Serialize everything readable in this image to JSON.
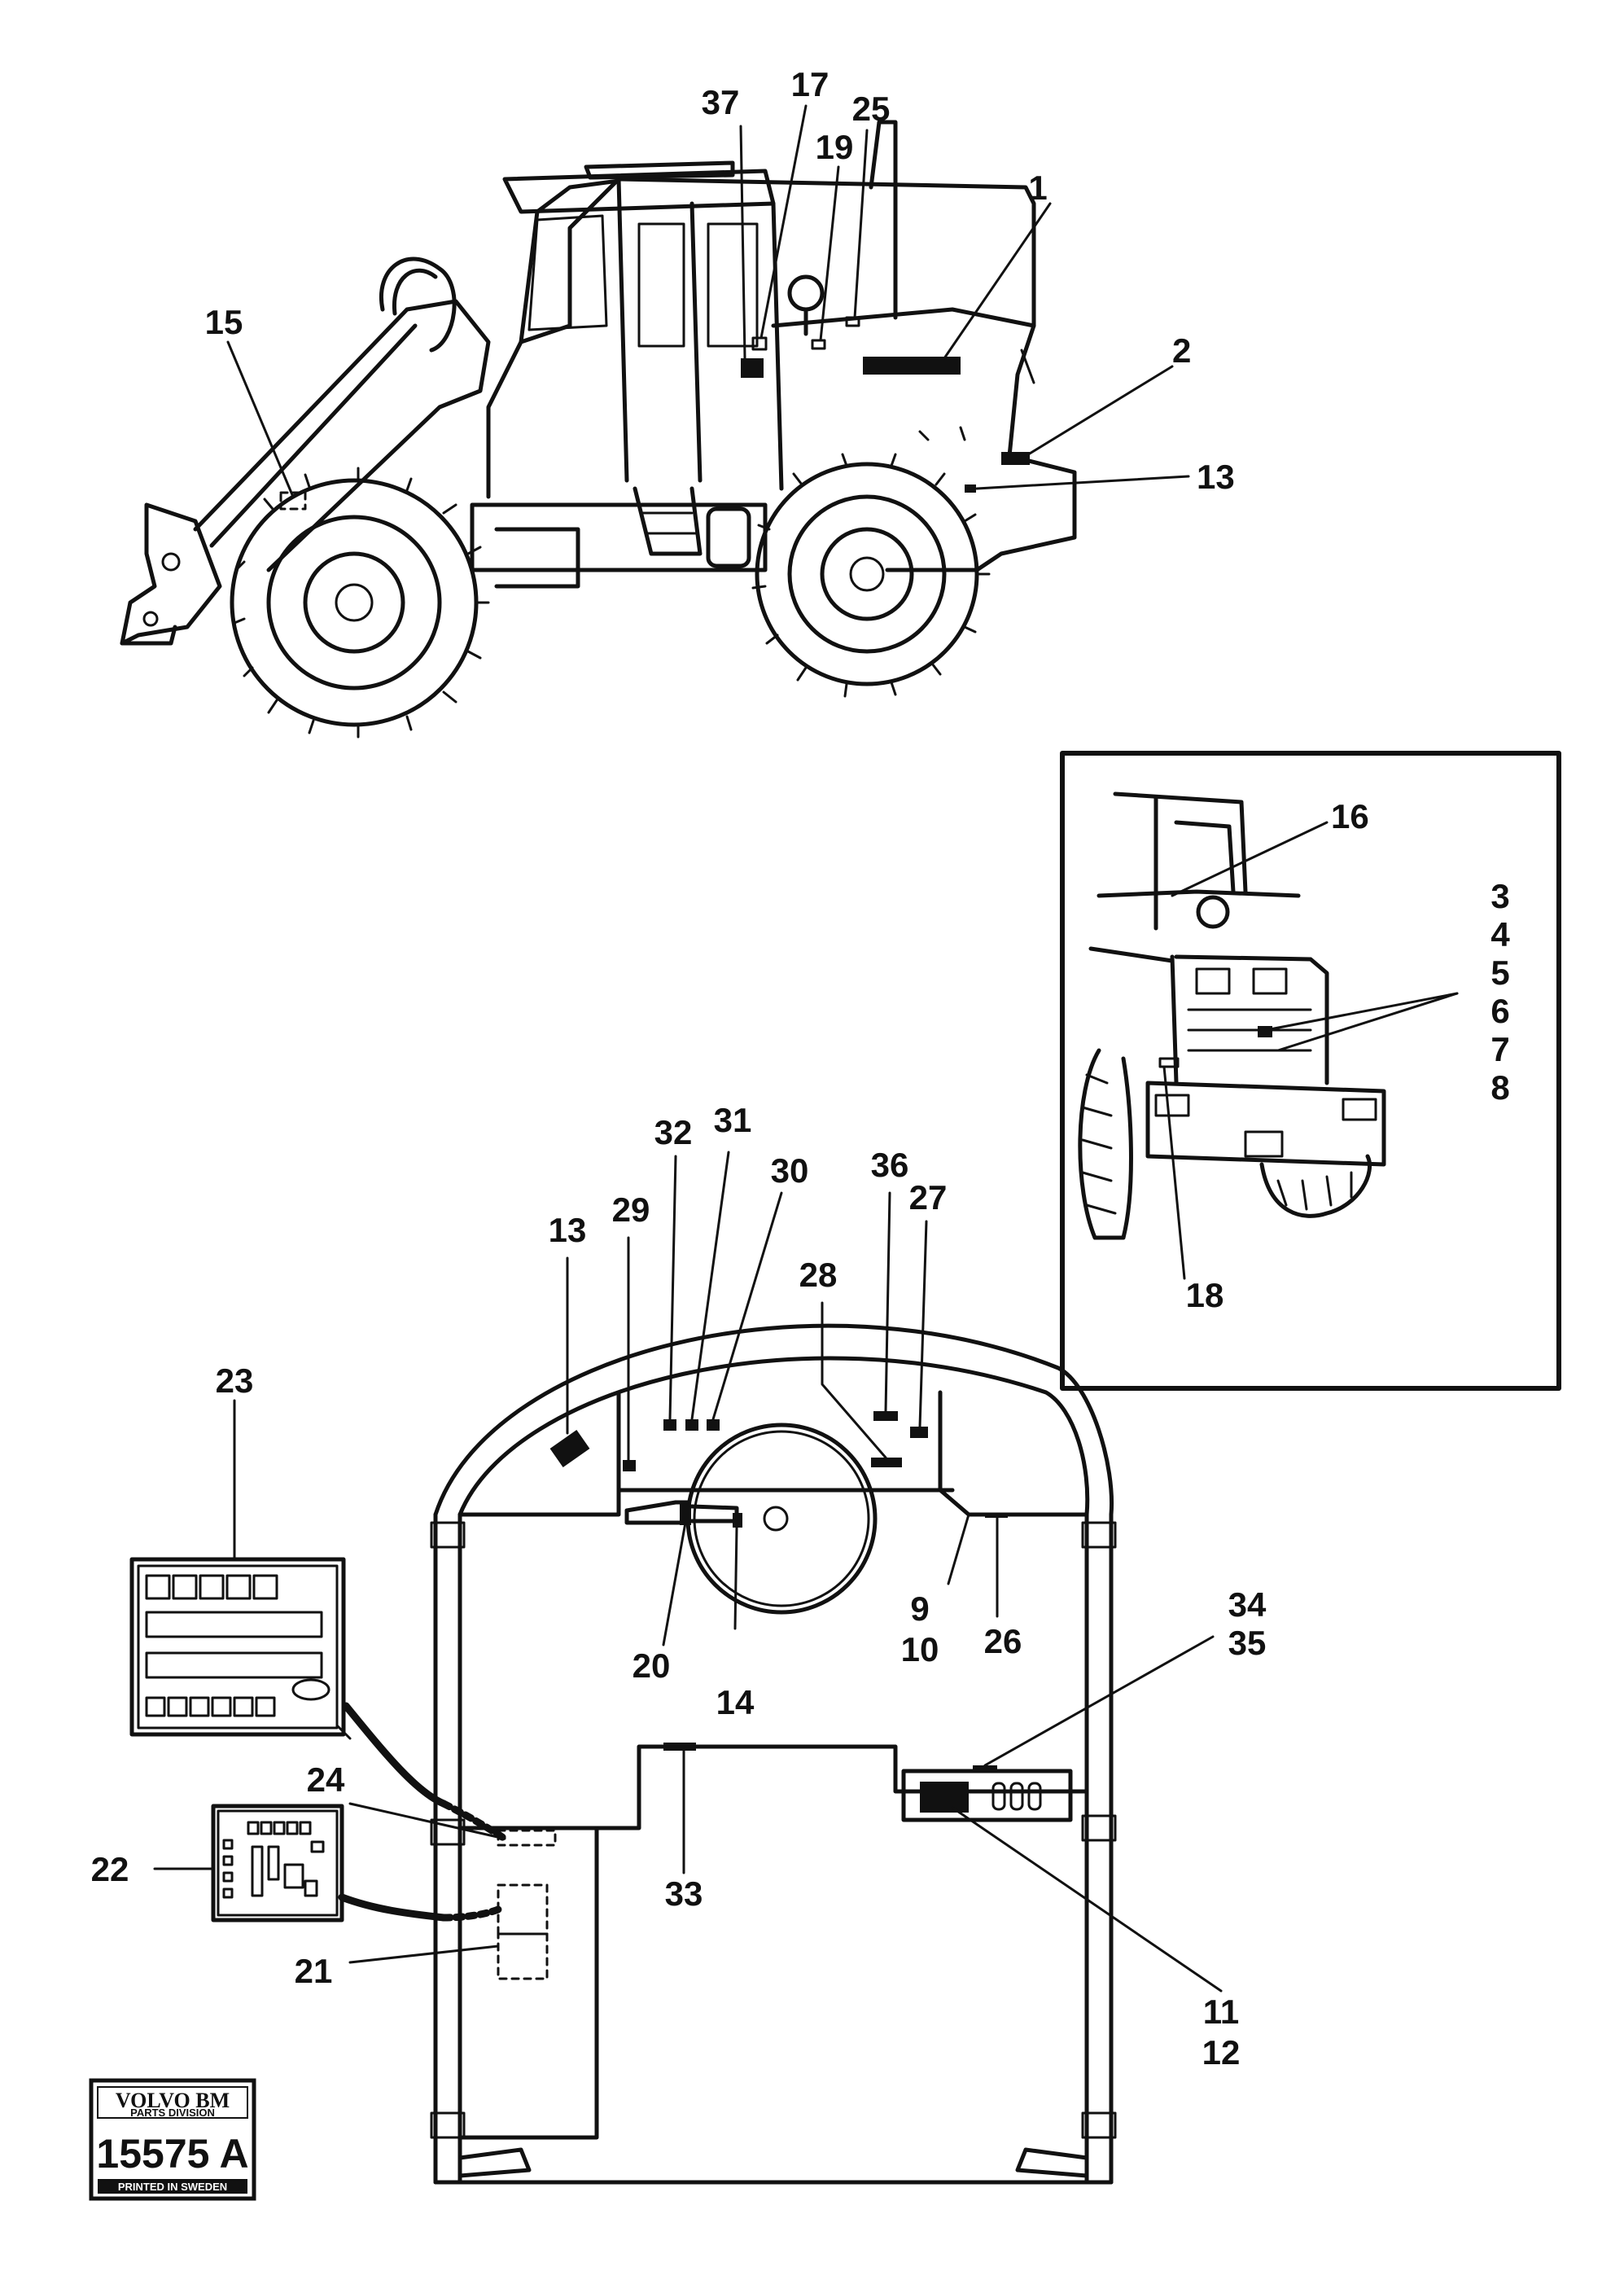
{
  "callouts": {
    "top": [
      "37",
      "17",
      "25",
      "19",
      "1",
      "2",
      "13",
      "15"
    ],
    "inset": [
      "16",
      "3",
      "4",
      "5",
      "6",
      "7",
      "8",
      "18"
    ],
    "cab": [
      "13",
      "29",
      "32",
      "31",
      "30",
      "36",
      "27",
      "28",
      "23",
      "9",
      "10",
      "26",
      "20",
      "14",
      "34",
      "35",
      "24",
      "22",
      "33",
      "21",
      "11",
      "12"
    ]
  },
  "logo": {
    "brand": "VOLVO BM",
    "division": "PARTS DIVISION",
    "number": "15575 A",
    "footer": "PRINTED IN SWEDEN"
  }
}
